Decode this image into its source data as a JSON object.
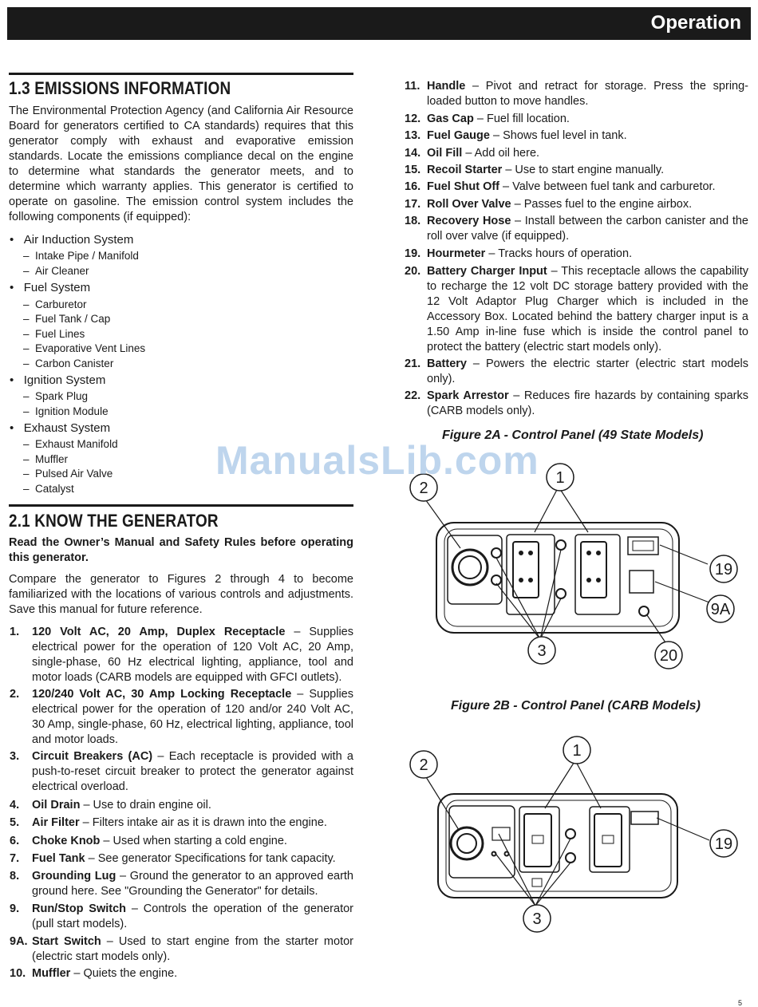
{
  "header": {
    "section": "Operation"
  },
  "sec13": {
    "title": "1.3   EMISSIONS INFORMATION",
    "intro": "The Environmental Protection Agency (and California Air Resource Board for generators certified to CA standards) requires that this generator comply with exhaust and evaporative emission standards. Locate the emissions compliance decal on the engine to determine what standards the generator meets, and to determine which warranty applies. This generator is certified to operate on gasoline. The emission control system includes the following components (if equipped):",
    "groups": [
      {
        "label": "Air Induction System",
        "subs": [
          "Intake Pipe / Manifold",
          "Air Cleaner"
        ]
      },
      {
        "label": "Fuel System",
        "subs": [
          "Carburetor",
          "Fuel Tank / Cap",
          "Fuel Lines",
          "Evaporative Vent Lines",
          "Carbon Canister"
        ]
      },
      {
        "label": "Ignition System",
        "subs": [
          "Spark Plug",
          "Ignition Module"
        ]
      },
      {
        "label": "Exhaust System",
        "subs": [
          "Exhaust Manifold",
          "Muffler",
          "Pulsed Air Valve",
          "Catalyst"
        ]
      }
    ]
  },
  "sec21": {
    "title": "2.1   KNOW THE GENERATOR",
    "bold_intro": "Read the Owner’s Manual and Safety Rules before operating this generator.",
    "compare": "Compare the generator to Figures 2 through 4 to become familiarized with the locations of various controls and adjustments. Save this manual for future reference."
  },
  "items_left": [
    {
      "num": "1.",
      "term": "120 Volt AC, 20 Amp, Duplex Receptacle",
      "desc": " – Supplies electrical power for the operation of 120 Volt AC, 20 Amp, single-phase, 60 Hz electrical lighting, appliance, tool and motor loads (CARB models are equipped with GFCI outlets)."
    },
    {
      "num": "2.",
      "term": "120/240 Volt AC, 30 Amp Locking Receptacle",
      "desc": " – Supplies electrical power for the operation of 120 and/or 240 Volt AC, 30 Amp, single-phase, 60 Hz, electrical lighting, appliance, tool and motor loads."
    },
    {
      "num": "3.",
      "term": "Circuit Breakers (AC)",
      "desc": " – Each receptacle is provided with a push-to-reset circuit breaker to protect the generator against electrical overload."
    },
    {
      "num": "4.",
      "term": "Oil Drain",
      "desc": " – Use to drain engine oil."
    },
    {
      "num": "5.",
      "term": "Air Filter",
      "desc": " – Filters intake air as it is drawn into the engine."
    },
    {
      "num": "6.",
      "term": "Choke Knob",
      "desc": " – Used when starting a cold engine."
    },
    {
      "num": "7.",
      "term": "Fuel Tank",
      "desc": " – See generator Specifications for tank capacity."
    },
    {
      "num": "8.",
      "term": "Grounding Lug",
      "desc": " – Ground the generator to an approved earth ground here. See \"Grounding the Generator\" for details."
    },
    {
      "num": "9.",
      "term": "Run/Stop Switch",
      "desc": " – Controls the operation of the generator (pull start models)."
    },
    {
      "num": "9A.",
      "term": "Start Switch",
      "desc": " – Used to start engine from the starter motor (electric start models only)."
    },
    {
      "num": "10.",
      "term": "Muffler",
      "desc": " – Quiets the engine."
    }
  ],
  "items_right": [
    {
      "num": "11.",
      "term": "Handle",
      "desc": " – Pivot and retract for storage. Press the spring-loaded button to move handles."
    },
    {
      "num": "12.",
      "term": "Gas Cap",
      "desc": " – Fuel fill location."
    },
    {
      "num": "13.",
      "term": "Fuel Gauge",
      "desc": " – Shows fuel level in tank."
    },
    {
      "num": "14.",
      "term": "Oil Fill",
      "desc": " – Add oil here."
    },
    {
      "num": "15.",
      "term": "Recoil Starter",
      "desc": " – Use to start engine manually."
    },
    {
      "num": "16.",
      "term": "Fuel Shut Off",
      "desc": " – Valve between fuel tank and carburetor."
    },
    {
      "num": "17.",
      "term": "Roll Over Valve",
      "desc": " – Passes fuel to the engine airbox."
    },
    {
      "num": "18.",
      "term": "Recovery Hose",
      "desc": " – Install between the carbon canister and the roll over valve (if equipped)."
    },
    {
      "num": "19.",
      "term": "Hourmeter",
      "desc": " – Tracks hours of operation."
    },
    {
      "num": "20.",
      "term": "Battery Charger Input",
      "desc": " – This receptacle allows the capability to recharge the 12 volt DC storage battery provided with the 12 Volt Adaptor Plug Charger which is included in the Accessory Box. Located behind the battery charger input is a 1.50 Amp in-line fuse which is inside the control panel to protect the battery (electric start models only)."
    },
    {
      "num": "21.",
      "term": "Battery",
      "desc": " – Powers the electric starter (electric start models only)."
    },
    {
      "num": "22.",
      "term": "Spark Arrestor",
      "desc": " – Reduces fire hazards by containing sparks (CARB models only)."
    }
  ],
  "figures": {
    "fig2a": {
      "caption": "Figure 2A - Control Panel (49 State Models)",
      "callouts": [
        "2",
        "1",
        "19",
        "9A",
        "3",
        "20"
      ]
    },
    "fig2b": {
      "caption": "Figure 2B - Control Panel (CARB Models)",
      "callouts": [
        "1",
        "2",
        "19",
        "3"
      ]
    }
  },
  "watermark": "ManualsLib.com",
  "page_number": "5"
}
